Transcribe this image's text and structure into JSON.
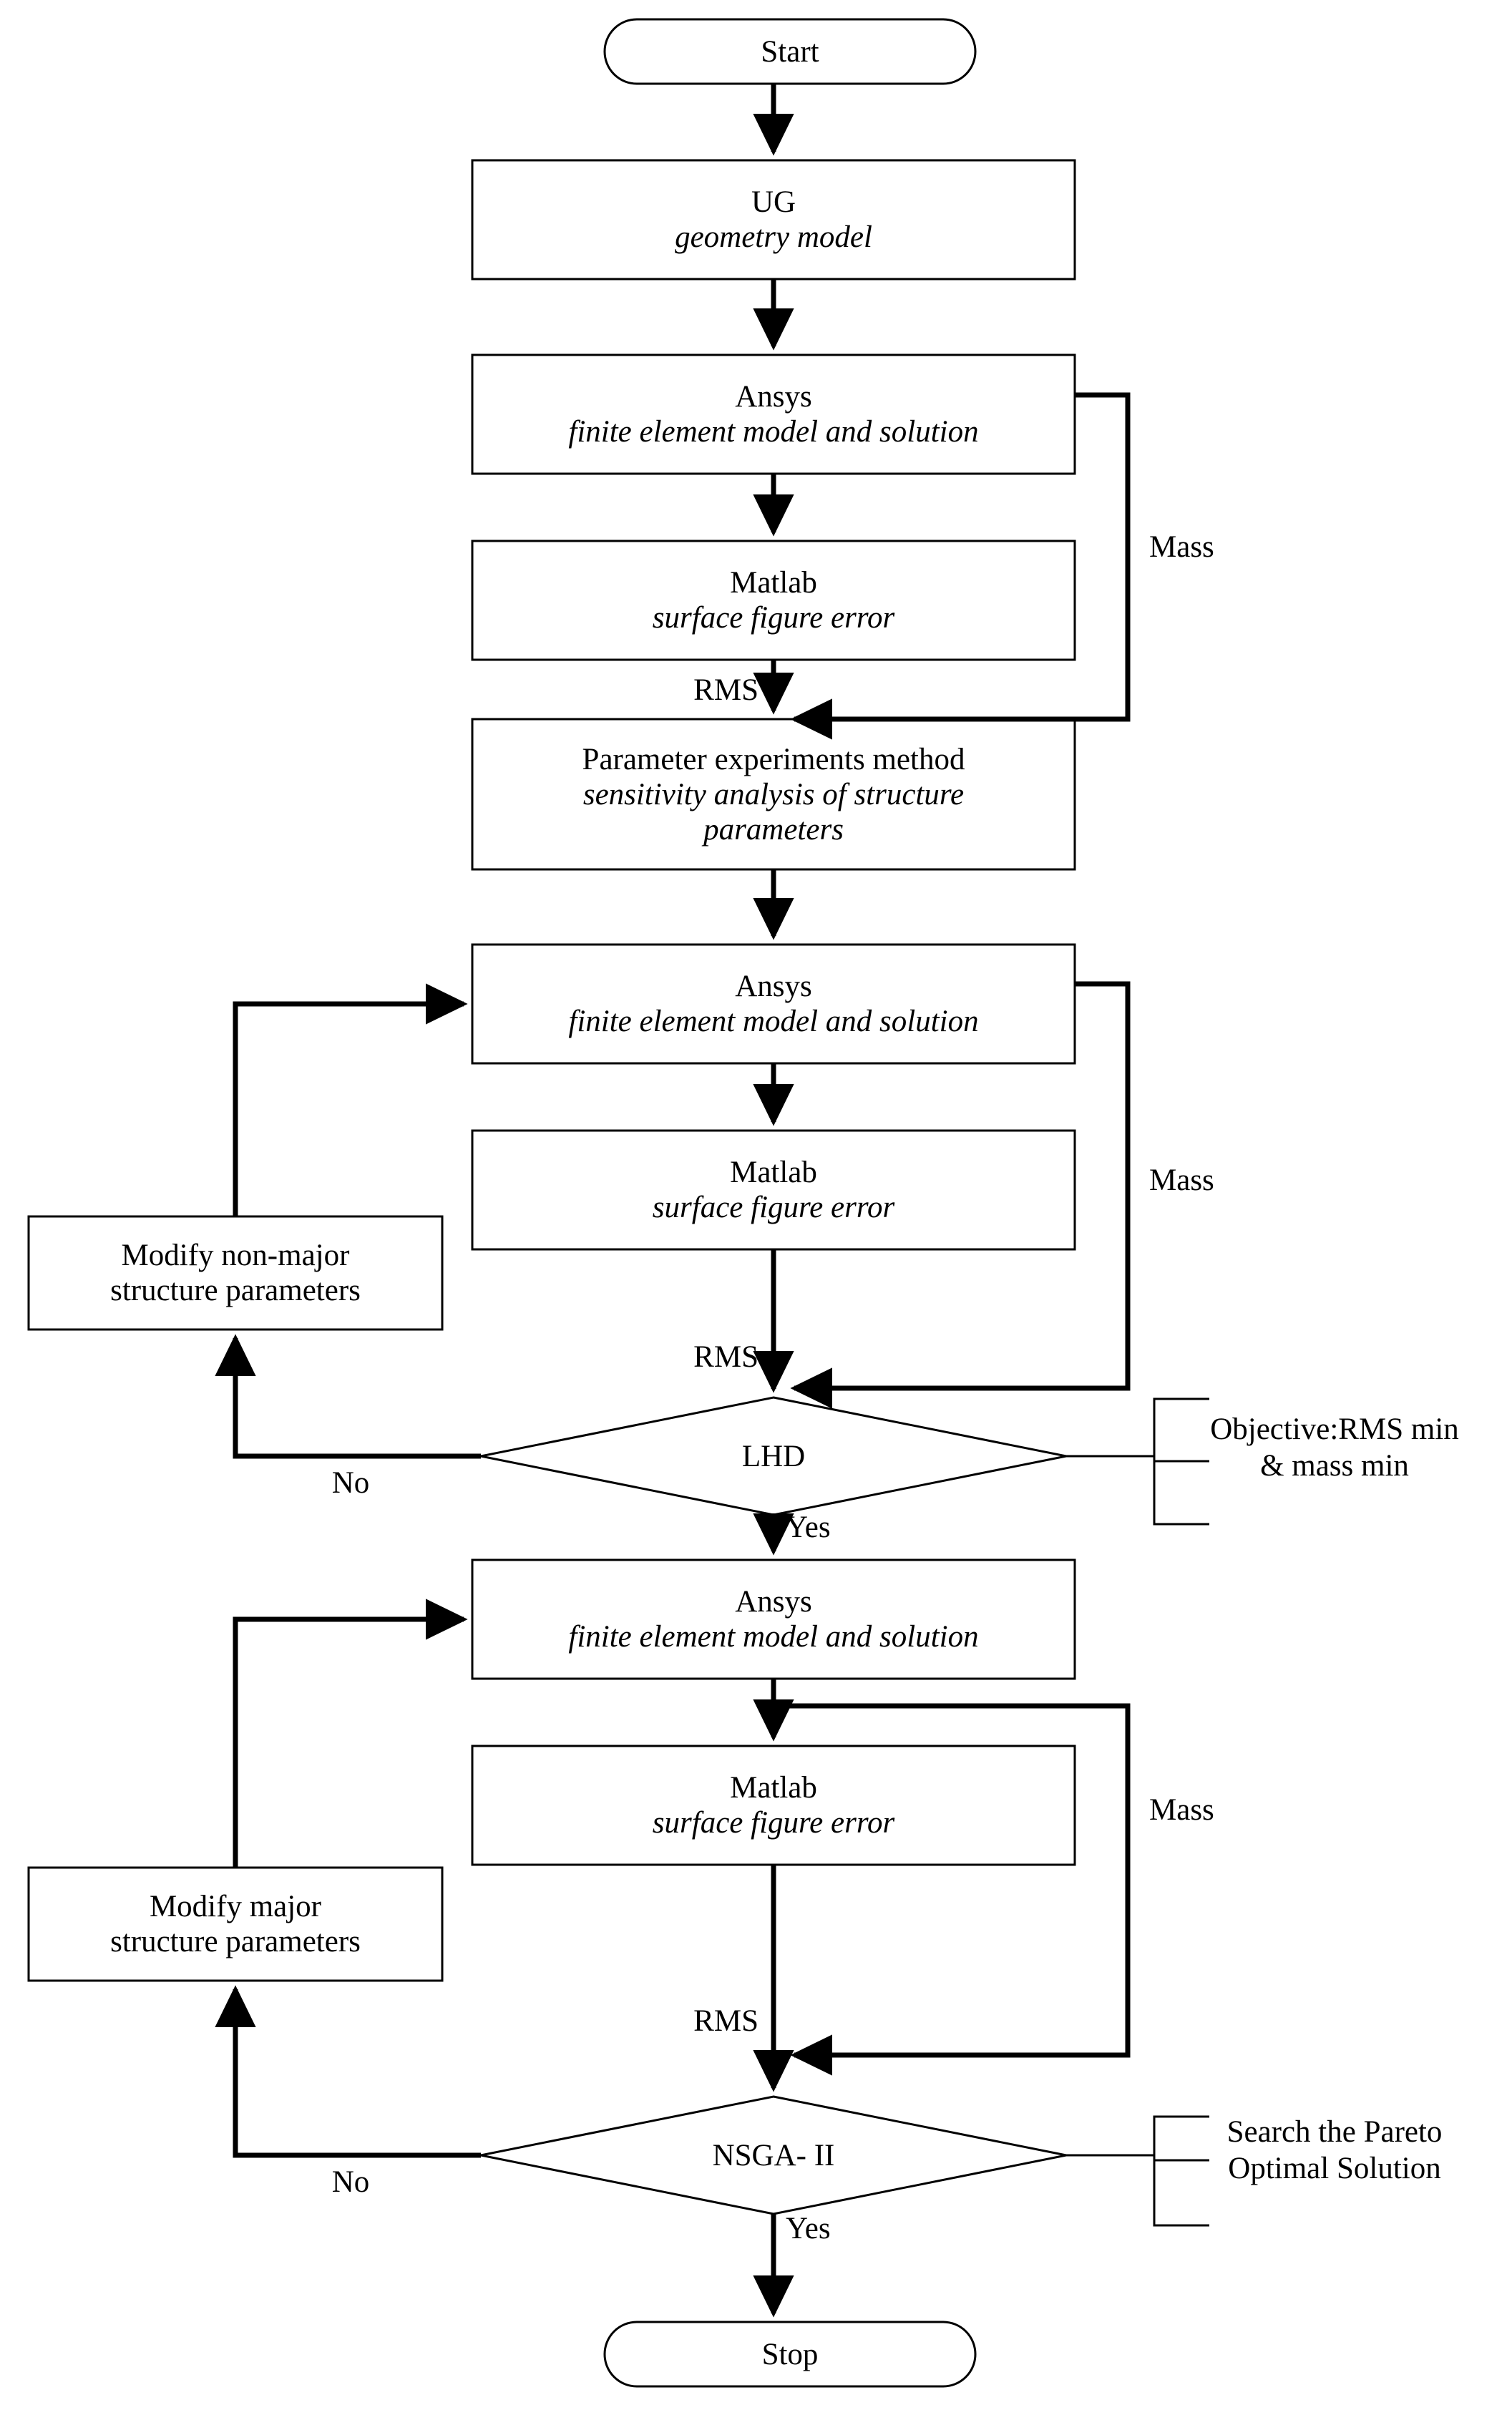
{
  "diagram": {
    "title": "Optimization design flowchart",
    "stroke_color": "#000000",
    "background_color": "#ffffff"
  },
  "nodes": {
    "start": {
      "label": "Start",
      "shape": "terminator"
    },
    "ug": {
      "label": "UG",
      "sublabel": "geometry model",
      "shape": "process"
    },
    "ansys1": {
      "label": "Ansys",
      "sublabel": "finite element model and solution",
      "shape": "process"
    },
    "matlab1": {
      "label": "Matlab",
      "sublabel": "surface figure error",
      "shape": "process"
    },
    "param": {
      "label": "Parameter experiments method",
      "sublabel": "sensitivity analysis of structure parameters",
      "shape": "process"
    },
    "ansys2": {
      "label": "Ansys",
      "sublabel": "finite element model and solution",
      "shape": "process"
    },
    "matlab2": {
      "label": "Matlab",
      "sublabel": "surface figure error",
      "shape": "process"
    },
    "modify_minor": {
      "label": "Modify non-major\nstructure parameters",
      "shape": "process"
    },
    "lhd": {
      "label": "LHD",
      "shape": "decision"
    },
    "ansys3": {
      "label": "Ansys",
      "sublabel": "finite element model and solution",
      "shape": "process"
    },
    "matlab3": {
      "label": "Matlab",
      "sublabel": "surface figure error",
      "shape": "process"
    },
    "modify_major": {
      "label": "Modify major\nstructure parameters",
      "shape": "process"
    },
    "nsga": {
      "label": "NSGA- II",
      "shape": "decision"
    },
    "stop": {
      "label": "Stop",
      "shape": "terminator"
    }
  },
  "edge_labels": {
    "mass_1": "Mass",
    "rms_1": "RMS",
    "mass_2": "Mass",
    "rms_2": "RMS",
    "no_1": "No",
    "yes_1": "Yes",
    "mass_3": "Mass",
    "rms_3": "RMS",
    "no_2": "No",
    "yes_2": "Yes"
  },
  "annotations": {
    "objective": "Objective:RMS min\n& mass min",
    "pareto": "Search the Pareto\nOptimal Solution"
  }
}
